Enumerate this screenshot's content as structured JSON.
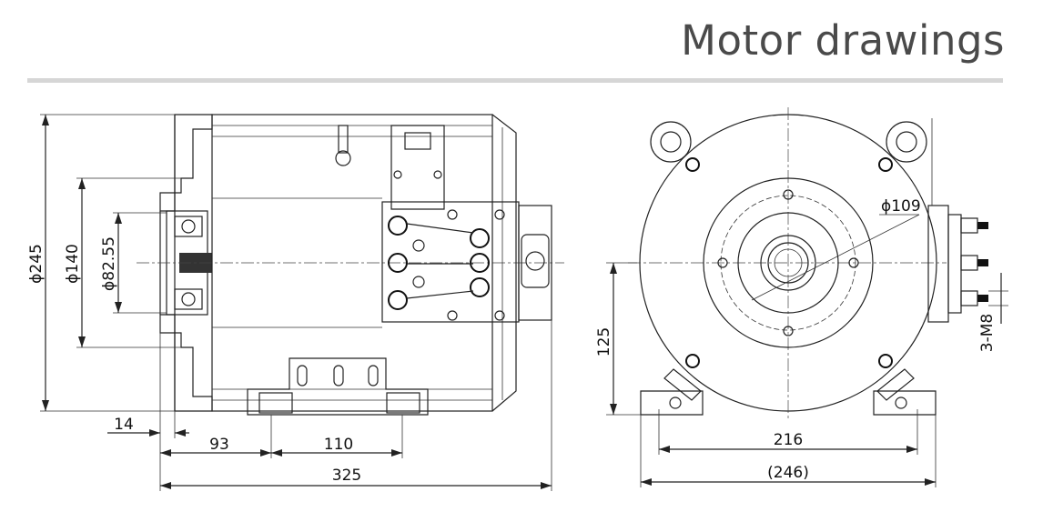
{
  "header": {
    "title": "Motor drawings"
  },
  "side_view": {
    "dia_245": "ϕ245",
    "dia_140": "ϕ140",
    "dia_82_55": "ϕ82.55",
    "dim_14": "14",
    "dim_93": "93",
    "dim_110": "110",
    "dim_325": "325"
  },
  "front_view": {
    "dia_109": "ϕ109",
    "dim_125": "125",
    "dim_216": "216",
    "dim_246": "(246)",
    "thread": "3-M8"
  }
}
